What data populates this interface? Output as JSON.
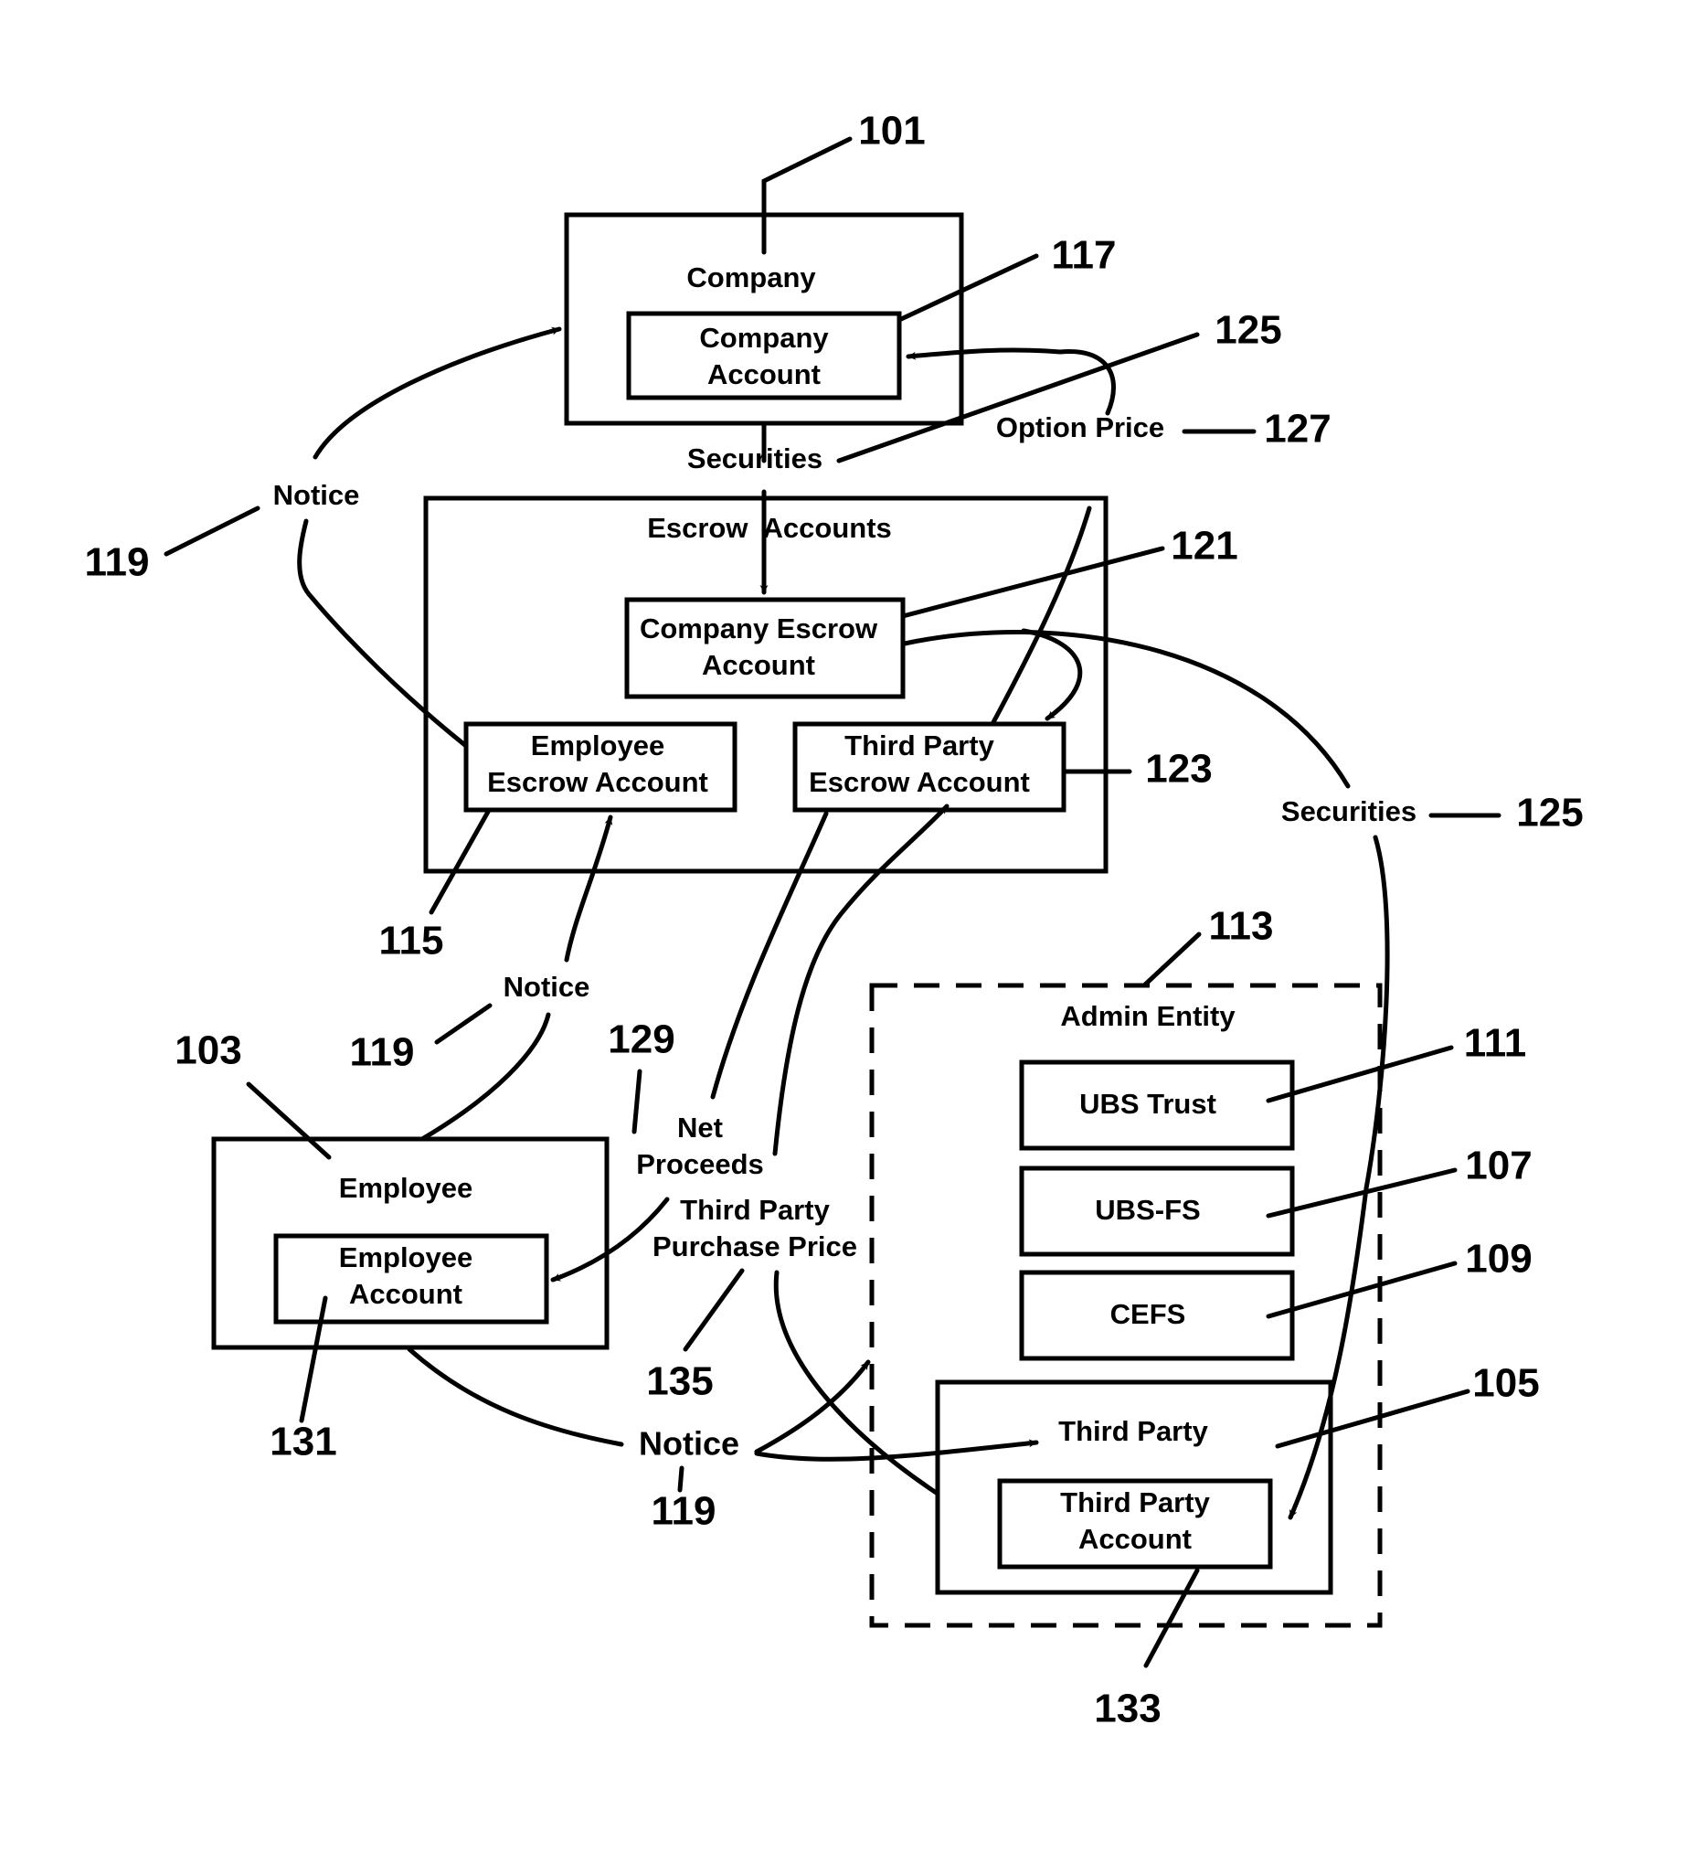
{
  "boxes": {
    "company": "Company",
    "company_account": [
      "Company",
      "Account"
    ],
    "escrow_accounts": "Escrow  Accounts",
    "company_escrow": [
      "Company Escrow",
      "Account"
    ],
    "employee_escrow": [
      "Employee",
      "Escrow Account"
    ],
    "third_party_escrow": [
      "Third Party",
      "Escrow Account"
    ],
    "employee": "Employee",
    "employee_account": [
      "Employee",
      "Account"
    ],
    "admin_entity": "Admin Entity",
    "ubs_trust": "UBS Trust",
    "ubs_fs": "UBS-FS",
    "cefs": "CEFS",
    "third_party": "Third Party",
    "third_party_account": [
      "Third Party",
      "Account"
    ]
  },
  "flow_labels": {
    "securities_top": "Securities",
    "option_price": "Option Price",
    "notice_left": "Notice",
    "notice_mid": "Notice",
    "notice_bottom": "Notice",
    "securities_right": "Securities",
    "net_proceeds": [
      "Net",
      "Proceeds"
    ],
    "third_party_purchase_price": [
      "Third Party",
      "Purchase Price"
    ]
  },
  "refs": {
    "r101": "101",
    "r117": "117",
    "r125_top": "125",
    "r127": "127",
    "r119_left": "119",
    "r121": "121",
    "r123": "123",
    "r125_right": "125",
    "r115": "115",
    "r113": "113",
    "r119_mid": "119",
    "r103": "103",
    "r129": "129",
    "r111": "111",
    "r107": "107",
    "r109": "109",
    "r135": "135",
    "r131": "131",
    "r105": "105",
    "r119_bottom": "119",
    "r133": "133"
  }
}
